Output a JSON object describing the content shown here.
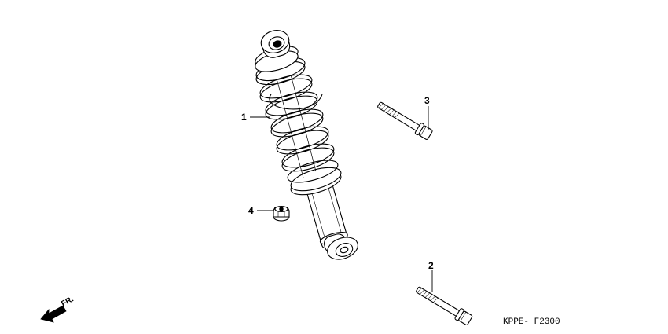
{
  "diagram": {
    "callouts": [
      {
        "id": "1",
        "label": "1"
      },
      {
        "id": "2",
        "label": "2"
      },
      {
        "id": "3",
        "label": "3"
      },
      {
        "id": "4",
        "label": "4"
      }
    ],
    "direction_label": "FR.",
    "drawing_code": "KPPE- F2300"
  }
}
